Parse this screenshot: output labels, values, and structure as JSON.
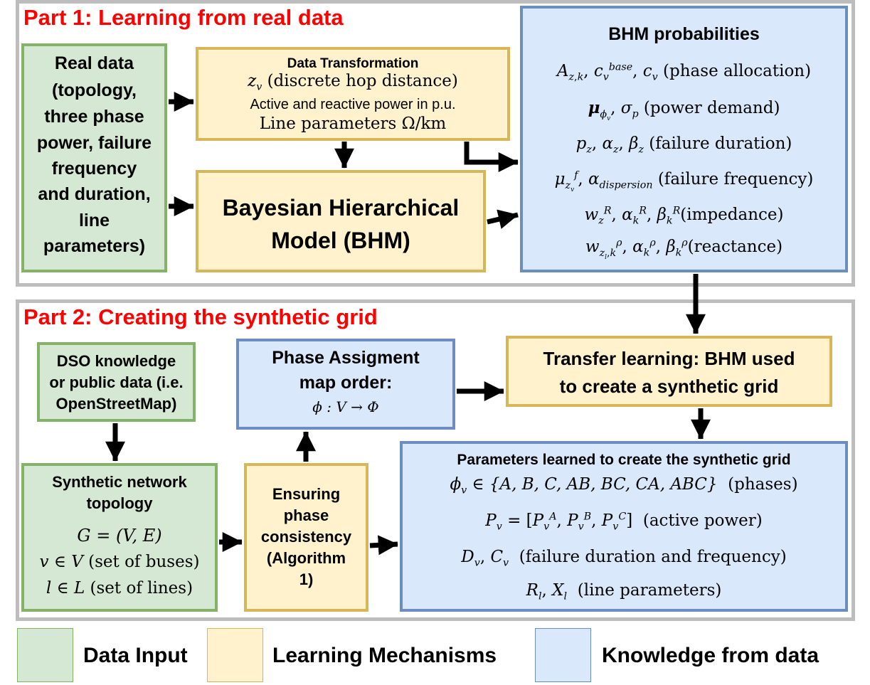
{
  "part1": {
    "title": "Part 1: Learning from real data",
    "real_data": [
      "Real data",
      "(topology,",
      "three phase",
      "power, failure",
      "frequency",
      "and duration,",
      "line",
      "parameters)"
    ],
    "transform": {
      "title": "Data Transformation",
      "hop_var": "z",
      "hop_sub": "v",
      "hop_text": "(discrete hop distance)",
      "power_text": "Active and reactive power in p.u.",
      "line_params": "Line parameters Ω/km"
    },
    "bhm": [
      "Bayesian Hierarchical",
      "Model (BHM)"
    ],
    "probabilities": {
      "title": "BHM probabilities",
      "phase_allocation": "(phase allocation)",
      "power_demand": "(power demand)",
      "failure_duration": "(failure duration)",
      "failure_frequency": "(failure frequency)",
      "impedance": "(impedance)",
      "reactance": "(reactance)"
    }
  },
  "part2": {
    "title": "Part 2: Creating the synthetic grid",
    "dso": [
      "DSO knowledge",
      "or public data (i.e.",
      "OpenStreetMap)"
    ],
    "phase_assign": [
      "Phase Assigment",
      "map order:"
    ],
    "phase_map": "ϕ : V → Φ",
    "transfer": [
      "Transfer learning: BHM used",
      "to create a synthetic grid"
    ],
    "topology": {
      "title": [
        "Synthetic network",
        "topology"
      ],
      "graph": "G = (V, E)",
      "buses": "(set of buses)",
      "lines": "(set of lines)"
    },
    "ensuring": [
      "Ensuring",
      "phase",
      "consistency",
      "(Algorithm",
      "1)"
    ],
    "params": {
      "title": "Parameters learned to create the synthetic grid",
      "phases_set": "{A, B, C, AB, BC, CA, ABC}",
      "phases_label": "(phases)",
      "active_power": "(active power)",
      "failure": "(failure duration and frequency)",
      "line": "(line parameters)"
    }
  },
  "legend": {
    "data_input": "Data Input",
    "learning": "Learning Mechanisms",
    "knowledge": "Knowledge from data"
  },
  "colors": {
    "green_fill": "#d5e8d4",
    "green_border": "#82b366",
    "yellow_fill": "#fff2cc",
    "yellow_border": "#d6b656",
    "blue_fill": "#dae8fc",
    "blue_border": "#6c8ebf",
    "title_red": "#ff0000",
    "panel_border": "#bdbdbd"
  }
}
